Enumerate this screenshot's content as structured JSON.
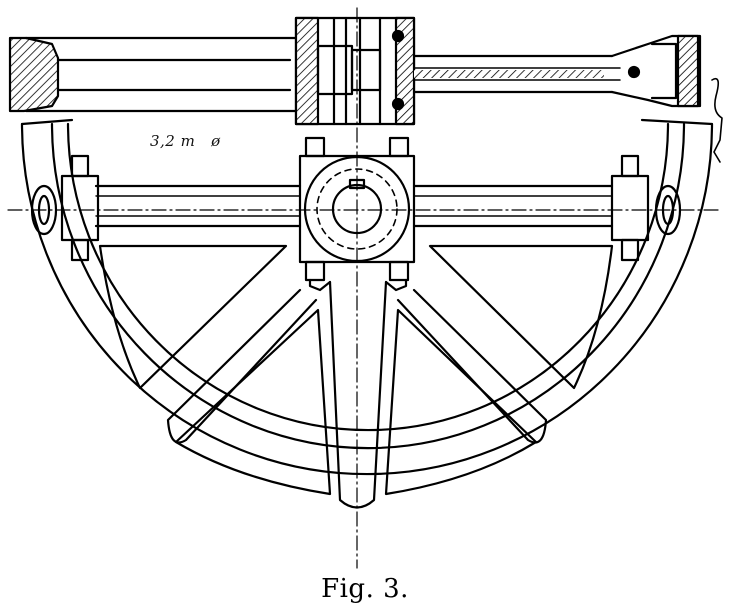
{
  "figure": {
    "caption": "Fig. 3.",
    "diameter_label": "3,2 m",
    "diameter_symbol": "ø"
  }
}
